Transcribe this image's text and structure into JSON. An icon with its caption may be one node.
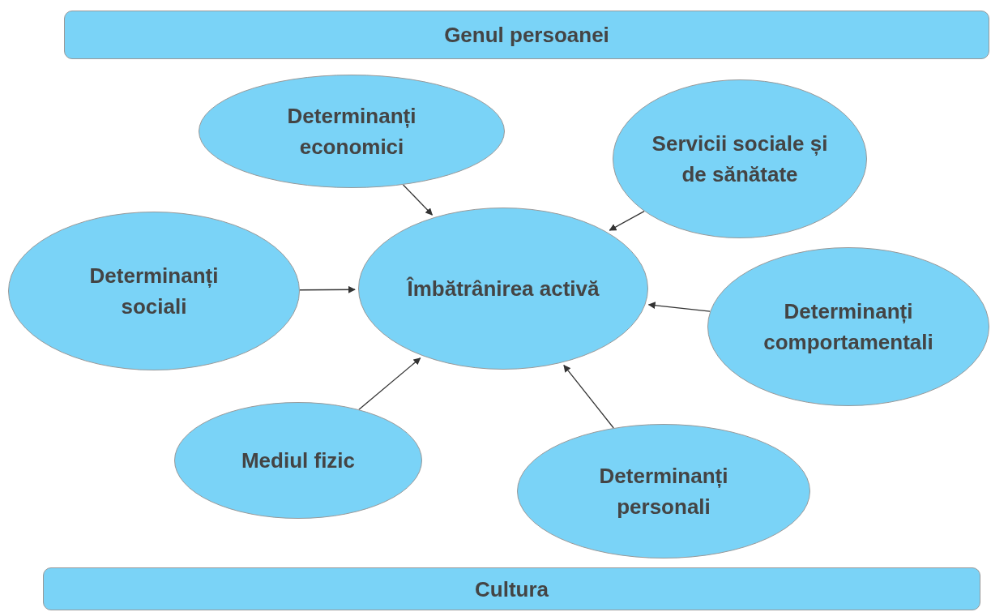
{
  "diagram": {
    "nodes": [
      {
        "text": [
          "Genul persoanei"
        ]
      },
      {
        "text": [
          "Determinanți economici"
        ]
      },
      {
        "text": [
          "Servicii sociale și de sănătate"
        ]
      },
      {
        "text": [
          "Determinanți sociali"
        ]
      },
      {
        "text": [
          "Îmbătrânirea activă"
        ]
      },
      {
        "text": [
          "Determinanți comportamentali"
        ]
      },
      {
        "text": [
          "Mediul fizic"
        ]
      },
      {
        "text": [
          "Determinanți personali"
        ]
      },
      {
        "text": [
          "Cultura"
        ]
      }
    ],
    "edges": [
      {
        "from": 1,
        "to": 4,
        "arrow": "to"
      },
      {
        "from": 2,
        "to": 4,
        "arrow": "to"
      },
      {
        "from": 3,
        "to": 4,
        "arrow": "to"
      },
      {
        "from": 5,
        "to": 4,
        "arrow": "to"
      },
      {
        "from": 6,
        "to": 4,
        "arrow": "to"
      },
      {
        "from": 7,
        "to": 4,
        "arrow": "to"
      }
    ]
  }
}
